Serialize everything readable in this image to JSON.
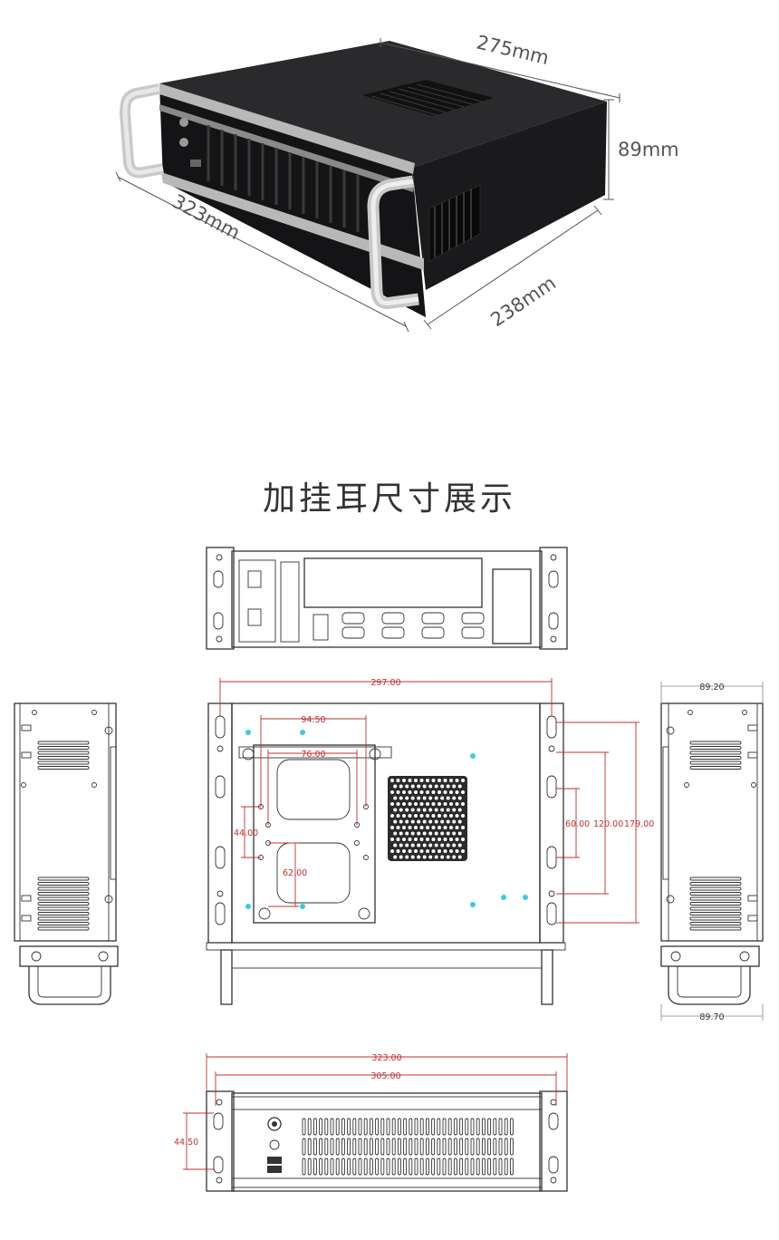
{
  "photo": {
    "width_label": "275mm",
    "height_label": "89mm",
    "length_label": "323mm",
    "depth_label": "238mm"
  },
  "section_title": "加挂耳尺寸展示",
  "drawings": {
    "top_view": {
      "width_297": "297.00",
      "width_94_5": "94.50",
      "width_76": "76.00",
      "height_44": "44.00",
      "height_62": "62.00",
      "height_60": "60.00",
      "height_120": "120.00",
      "height_179": "179.00"
    },
    "side_view": {
      "height_top": "89.20",
      "height_bottom": "89.70"
    },
    "front_view": {
      "width_323": "323.00",
      "width_305": "305.00",
      "height_44_5": "44.50"
    }
  },
  "colors": {
    "dimension_red": "#c0302f",
    "hole_cyan": "#3fc8e0",
    "chassis_dark": "#1c1c1e"
  }
}
